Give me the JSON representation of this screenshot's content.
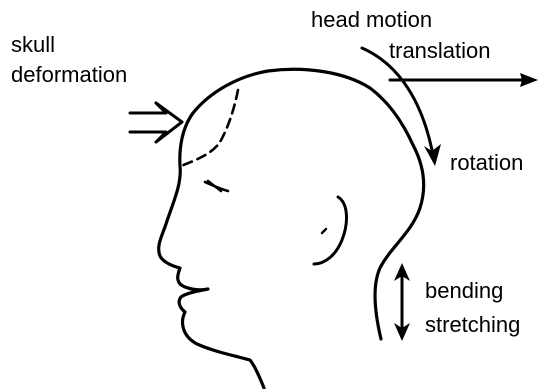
{
  "labels": {
    "skull_line1": "skull",
    "skull_line2": "deformation",
    "head_motion": "head motion",
    "translation": "translation",
    "rotation": "rotation",
    "bending": "bending",
    "stretching": "stretching"
  },
  "icons": {
    "head": "head-profile-icon",
    "skull_arrow": "double-arrow-right-icon",
    "translation_arrow": "arrow-right-icon",
    "rotation_arrow": "curved-arrow-icon",
    "neck_arrow": "double-headed-arrow-icon"
  },
  "colors": {
    "ink": "#000000",
    "background": "#ffffff"
  }
}
